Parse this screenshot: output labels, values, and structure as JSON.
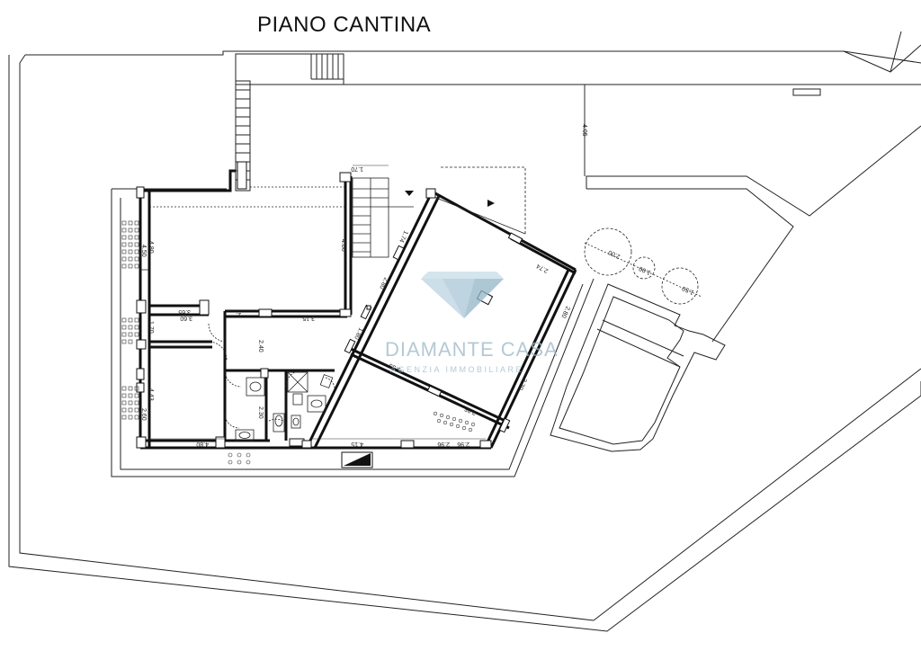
{
  "title": "PIANO CANTINA",
  "watermark": {
    "brand": "DIAMANTE CASA",
    "tagline": "AGENZIA IMMOBILIARE",
    "color": "#9bb8c8"
  },
  "dimensions": {
    "top_right_vertical": "4.05",
    "stair_width": "1.70",
    "stair_depth": "4.80",
    "left_room1_a": "4.80",
    "left_room1_b": "4.50",
    "left_room2_a": "1.70",
    "left_room3_a": "4.43",
    "left_room3_b": "2.60",
    "corridor_width": "3.65",
    "corridor_small": "3.60",
    "corridor_mid": "3.15",
    "corridor_door": "2.",
    "hall_vertical": "2.40",
    "bath_vertical": "2.30",
    "bottom_left": "4.80",
    "bottom_mid": "4.15",
    "bottom_right": "2.96",
    "bottom_right2": "2.96",
    "diag_top": "1.74",
    "diag_mid": "2.80",
    "diag_low": "1.80",
    "main_diag": "5.55",
    "main_right_a": "2.80",
    "main_right_b": "3.70",
    "main_inner": "2.85",
    "main_top_right": "2.74",
    "circle_1": "2.00",
    "circle_2": "1.00",
    "circle_3": "1.50"
  }
}
